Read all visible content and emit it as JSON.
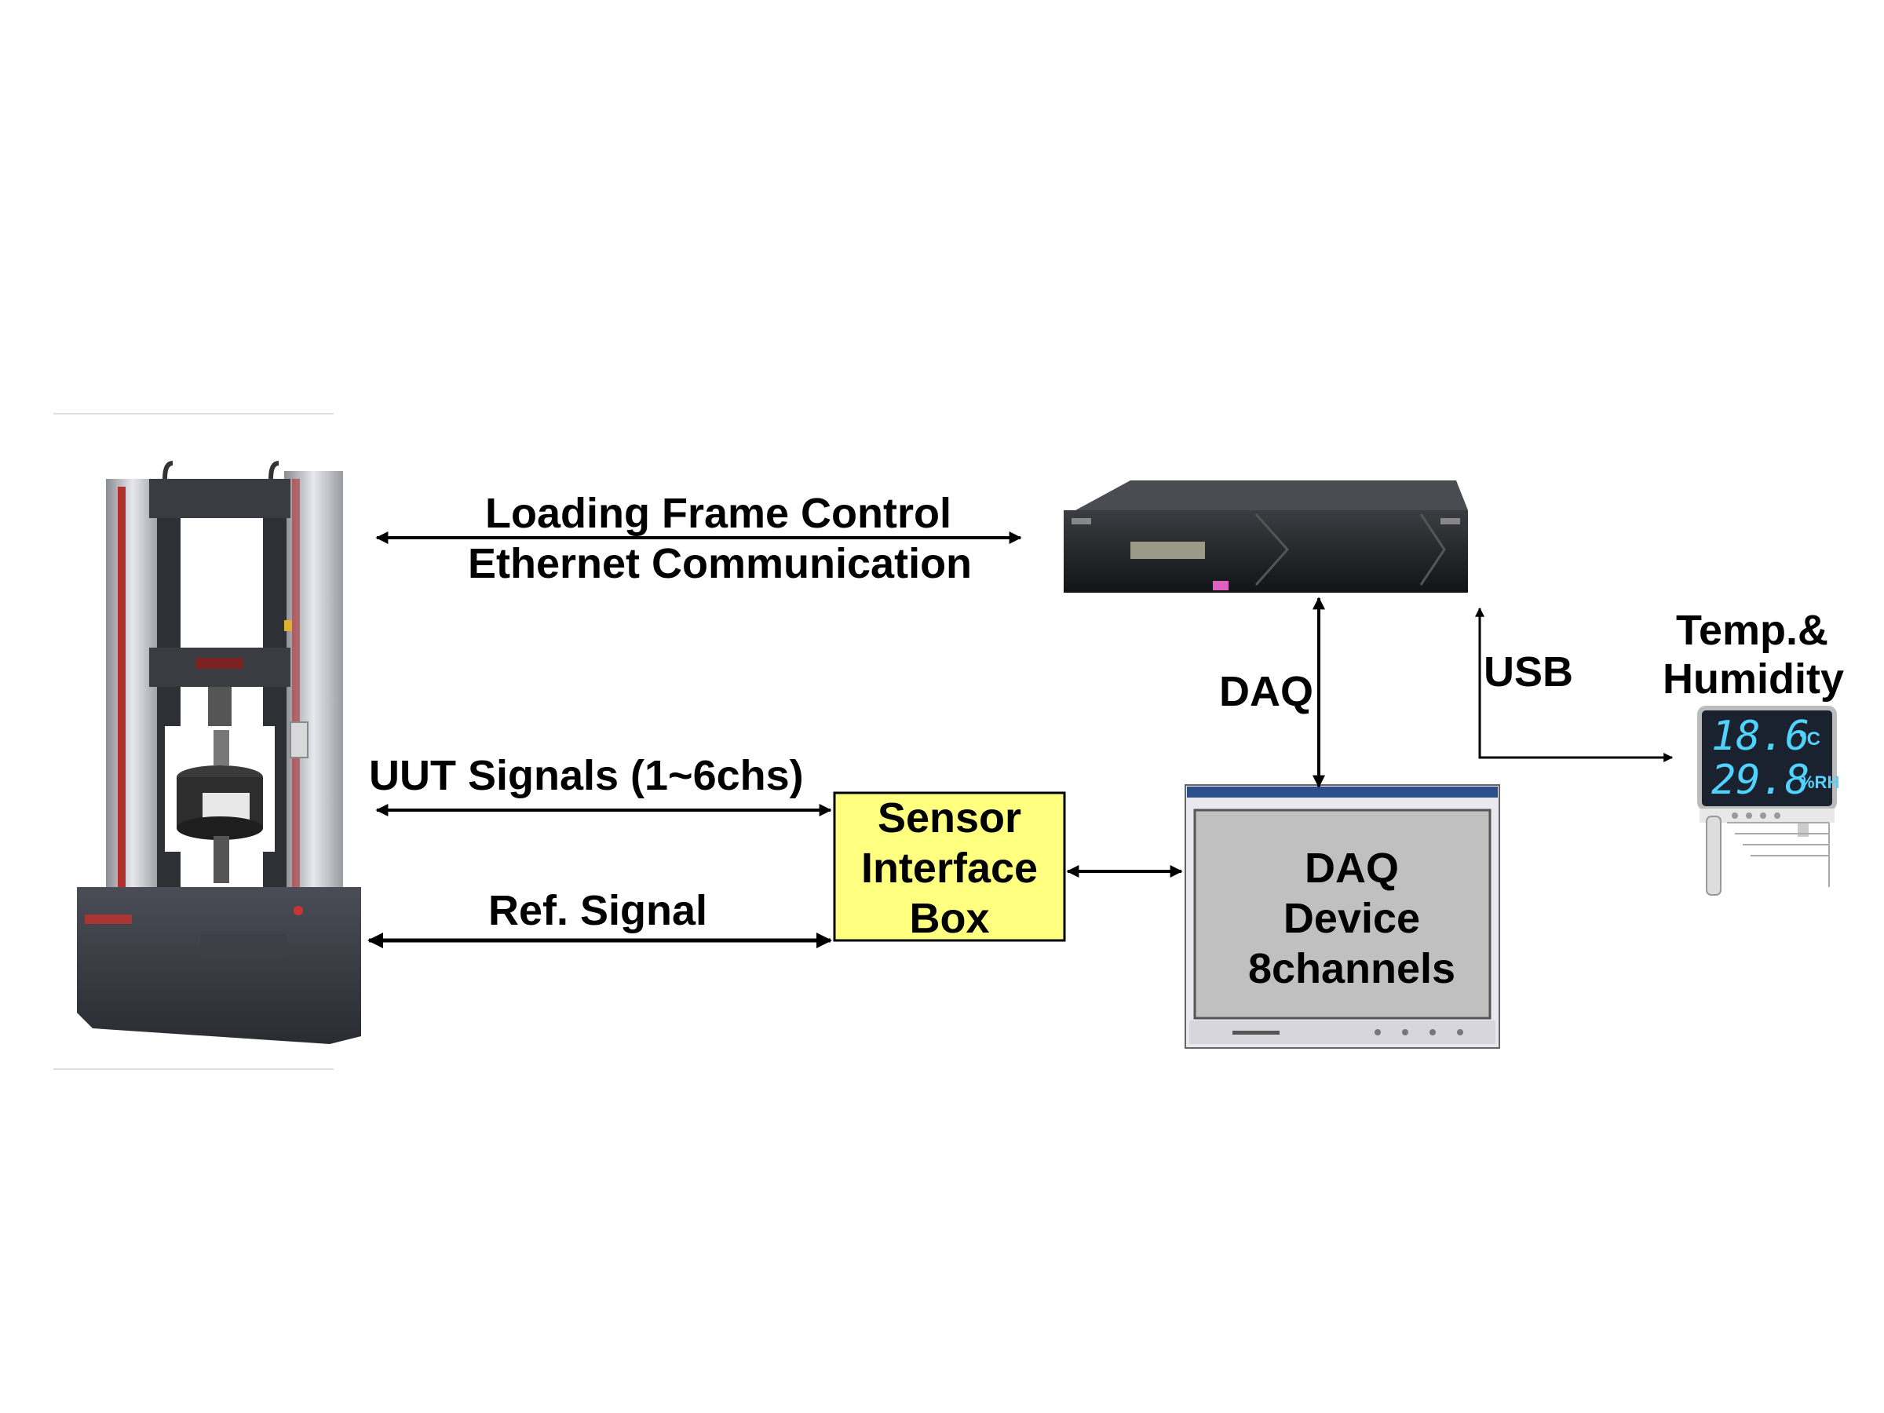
{
  "labels": {
    "ethernet_line1": "Loading Frame Control",
    "ethernet_line2": "Ethernet Communication",
    "uut_signals": "UUT Signals (1~6chs)",
    "ref_signal": "Ref. Signal",
    "daq_link": "DAQ",
    "usb_link": "USB",
    "temp_humidity_line1": "Temp.&",
    "temp_humidity_line2": "Humidity"
  },
  "sensor_box": {
    "line1": "Sensor",
    "line2": "Interface",
    "line3": "Box",
    "fill": "#ffff80"
  },
  "daq_device": {
    "line1": "DAQ",
    "line2": "Device",
    "line3": "8channels",
    "screen_color": "#c0c0c0"
  },
  "thermo_display": {
    "temperature": "18.6",
    "temperature_unit": "°C",
    "humidity": "29.8",
    "humidity_unit": "%RH"
  },
  "icons": [
    "loading-frame-machine",
    "controller-server",
    "daq-device",
    "temp-humidity-sensor"
  ]
}
